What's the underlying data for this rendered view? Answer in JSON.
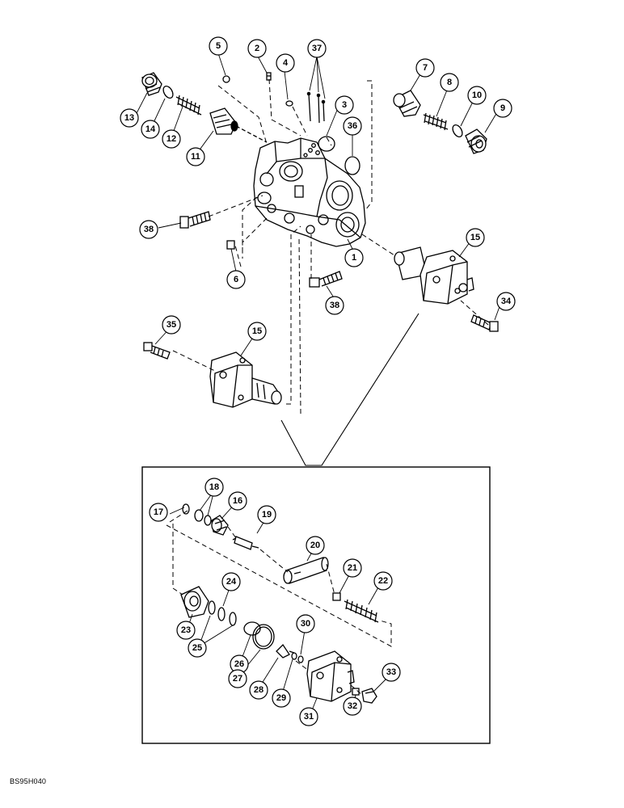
{
  "figure_code": "BS95H040",
  "callouts": {
    "c1": "1",
    "c2": "2",
    "c3": "3",
    "c4": "4",
    "c5": "5",
    "c6": "6",
    "c7": "7",
    "c8": "8",
    "c9": "9",
    "c10": "10",
    "c11": "11",
    "c12": "12",
    "c13": "13",
    "c14": "14",
    "c15a": "15",
    "c15b": "15",
    "c16": "16",
    "c17": "17",
    "c18": "18",
    "c19": "19",
    "c20": "20",
    "c21": "21",
    "c22": "22",
    "c23": "23",
    "c24": "24",
    "c25": "25",
    "c26": "26",
    "c27": "27",
    "c28": "28",
    "c29": "29",
    "c30": "30",
    "c31": "31",
    "c32": "32",
    "c33": "33",
    "c34": "34",
    "c35": "35",
    "c36": "36",
    "c37": "37",
    "c38a": "38",
    "c38b": "38"
  }
}
